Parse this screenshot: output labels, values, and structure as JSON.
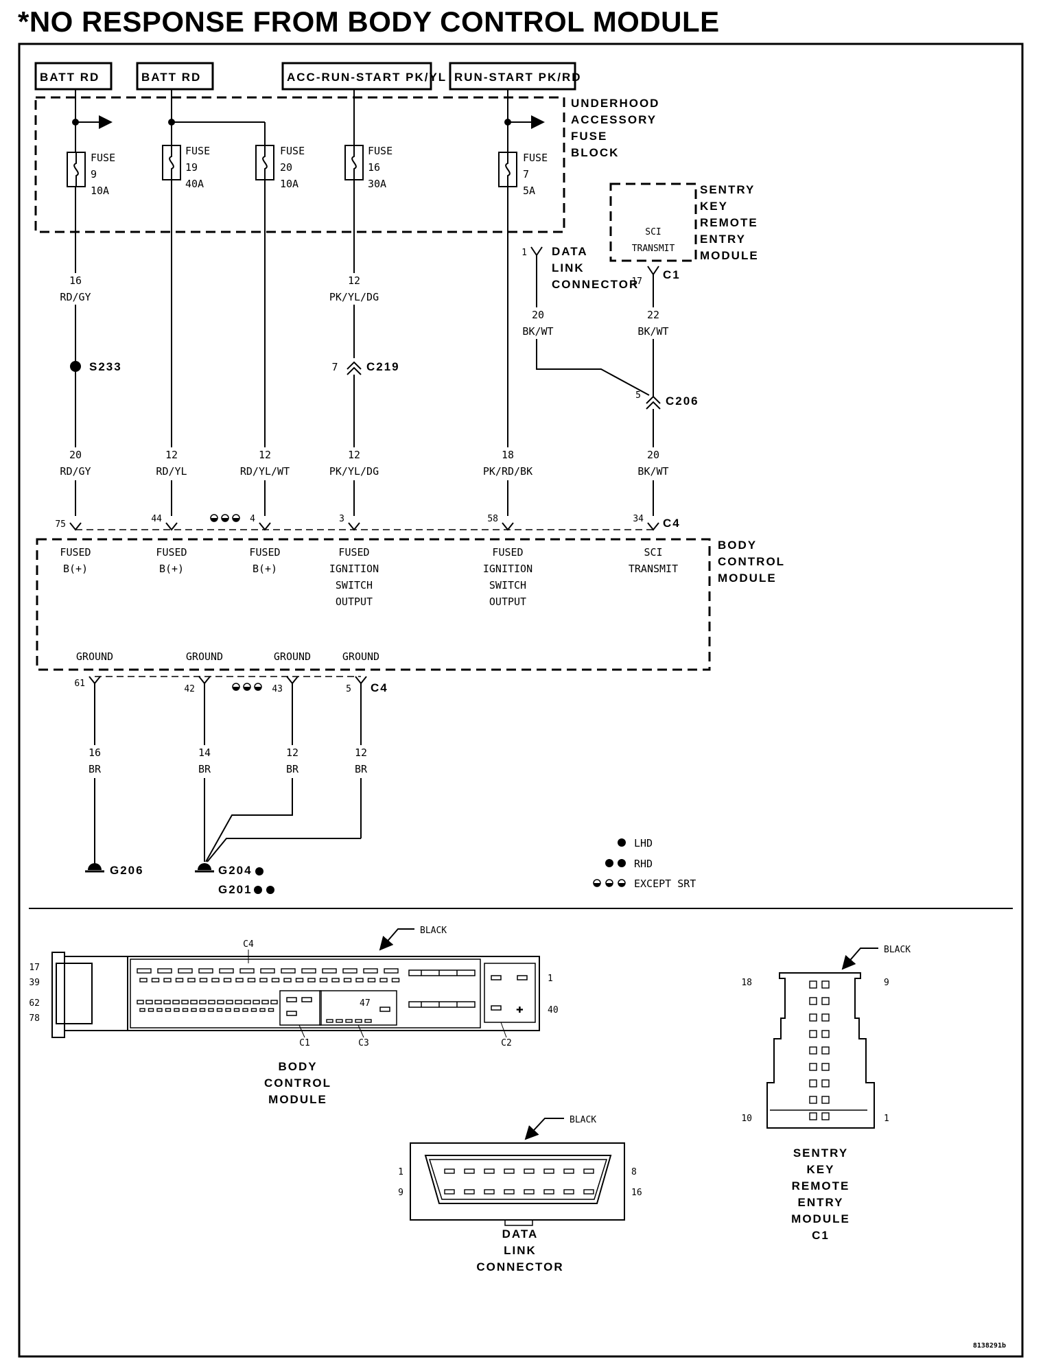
{
  "title": "*NO RESPONSE FROM BODY CONTROL MODULE",
  "power_sources": [
    {
      "label": "BATT RD"
    },
    {
      "label": "BATT RD"
    },
    {
      "label": "ACC-RUN-START PK/YL"
    },
    {
      "label": "RUN-START PK/RD"
    }
  ],
  "fuse_block": {
    "label_lines": [
      "UNDERHOOD",
      "ACCESSORY",
      "FUSE",
      "BLOCK"
    ],
    "fuses": [
      {
        "word": "FUSE",
        "number": "9",
        "rating": "10A"
      },
      {
        "word": "FUSE",
        "number": "19",
        "rating": "40A"
      },
      {
        "word": "FUSE",
        "number": "20",
        "rating": "10A"
      },
      {
        "word": "FUSE",
        "number": "16",
        "rating": "30A"
      },
      {
        "word": "FUSE",
        "number": "7",
        "rating": "5A"
      }
    ]
  },
  "sentry_module": {
    "label_lines": [
      "SENTRY",
      "KEY",
      "REMOTE",
      "ENTRY",
      "MODULE"
    ],
    "internal_lines": [
      "SCI",
      "TRANSMIT"
    ],
    "connector": "C1",
    "pin": "17"
  },
  "dlc": {
    "label_lines": [
      "DATA",
      "LINK",
      "CONNECTOR"
    ],
    "pin": "1"
  },
  "upper_wires": [
    {
      "gauge": "16",
      "color": "RD/GY"
    },
    {
      "gauge": "12",
      "color": "PK/YL/DG"
    },
    {
      "gauge": "20",
      "color": "BK/WT"
    },
    {
      "gauge": "22",
      "color": "BK/WT"
    }
  ],
  "splices": {
    "s233": "S233",
    "c219": "C219",
    "c219_pin": "7",
    "c206": "C206",
    "c206_pin": "5"
  },
  "lower_wires": [
    {
      "gauge": "20",
      "color": "RD/GY"
    },
    {
      "gauge": "12",
      "color": "RD/YL"
    },
    {
      "gauge": "12",
      "color": "RD/YL/WT"
    },
    {
      "gauge": "12",
      "color": "PK/YL/DG"
    },
    {
      "gauge": "18",
      "color": "PK/RD/BK"
    },
    {
      "gauge": "20",
      "color": "BK/WT"
    }
  ],
  "bcm_pins": [
    "75",
    "44",
    "4",
    "3",
    "58",
    "34"
  ],
  "bcm_connector": "C4",
  "bcm": {
    "label_lines": [
      "BODY",
      "CONTROL",
      "MODULE"
    ],
    "functions": [
      [
        "FUSED",
        "B(+)"
      ],
      [
        "FUSED",
        "B(+)"
      ],
      [
        "FUSED",
        "B(+)"
      ],
      [
        "FUSED",
        "IGNITION",
        "SWITCH",
        "OUTPUT"
      ],
      [
        "FUSED",
        "IGNITION",
        "SWITCH",
        "OUTPUT"
      ],
      [
        "SCI",
        "TRANSMIT"
      ]
    ],
    "grounds": [
      "GROUND",
      "GROUND",
      "GROUND",
      "GROUND"
    ]
  },
  "ground_pins": [
    "61",
    "42",
    "43",
    "5"
  ],
  "ground_connector": "C4",
  "ground_wires": [
    {
      "gauge": "16",
      "color": "BR"
    },
    {
      "gauge": "14",
      "color": "BR"
    },
    {
      "gauge": "12",
      "color": "BR"
    },
    {
      "gauge": "12",
      "color": "BR"
    }
  ],
  "grounds": {
    "g206": "G206",
    "g204": "G204",
    "g201": "G201"
  },
  "legend": [
    {
      "symbol": "●",
      "label": "LHD"
    },
    {
      "symbol": "●●",
      "label": "RHD"
    },
    {
      "symbol": "◓◓◓",
      "label": "EXCEPT SRT"
    }
  ],
  "bcm_view": {
    "color": "BLACK",
    "c4": "C4",
    "c1": "C1",
    "c2": "C2",
    "c3": "C3",
    "pin47": "47",
    "left_pins": [
      "17",
      "39",
      "62",
      "78"
    ],
    "right_pins": [
      "1",
      "40"
    ],
    "label_lines": [
      "BODY",
      "CONTROL",
      "MODULE"
    ]
  },
  "dlc_view": {
    "color": "BLACK",
    "pins": [
      "1",
      "9",
      "8",
      "16"
    ],
    "label_lines": [
      "DATA",
      "LINK",
      "CONNECTOR"
    ]
  },
  "skrem_view": {
    "color": "BLACK",
    "pins": [
      "18",
      "9",
      "10",
      "1"
    ],
    "label_lines": [
      "SENTRY",
      "KEY",
      "REMOTE",
      "ENTRY",
      "MODULE",
      "C1"
    ]
  },
  "figure_id": "8138291b"
}
